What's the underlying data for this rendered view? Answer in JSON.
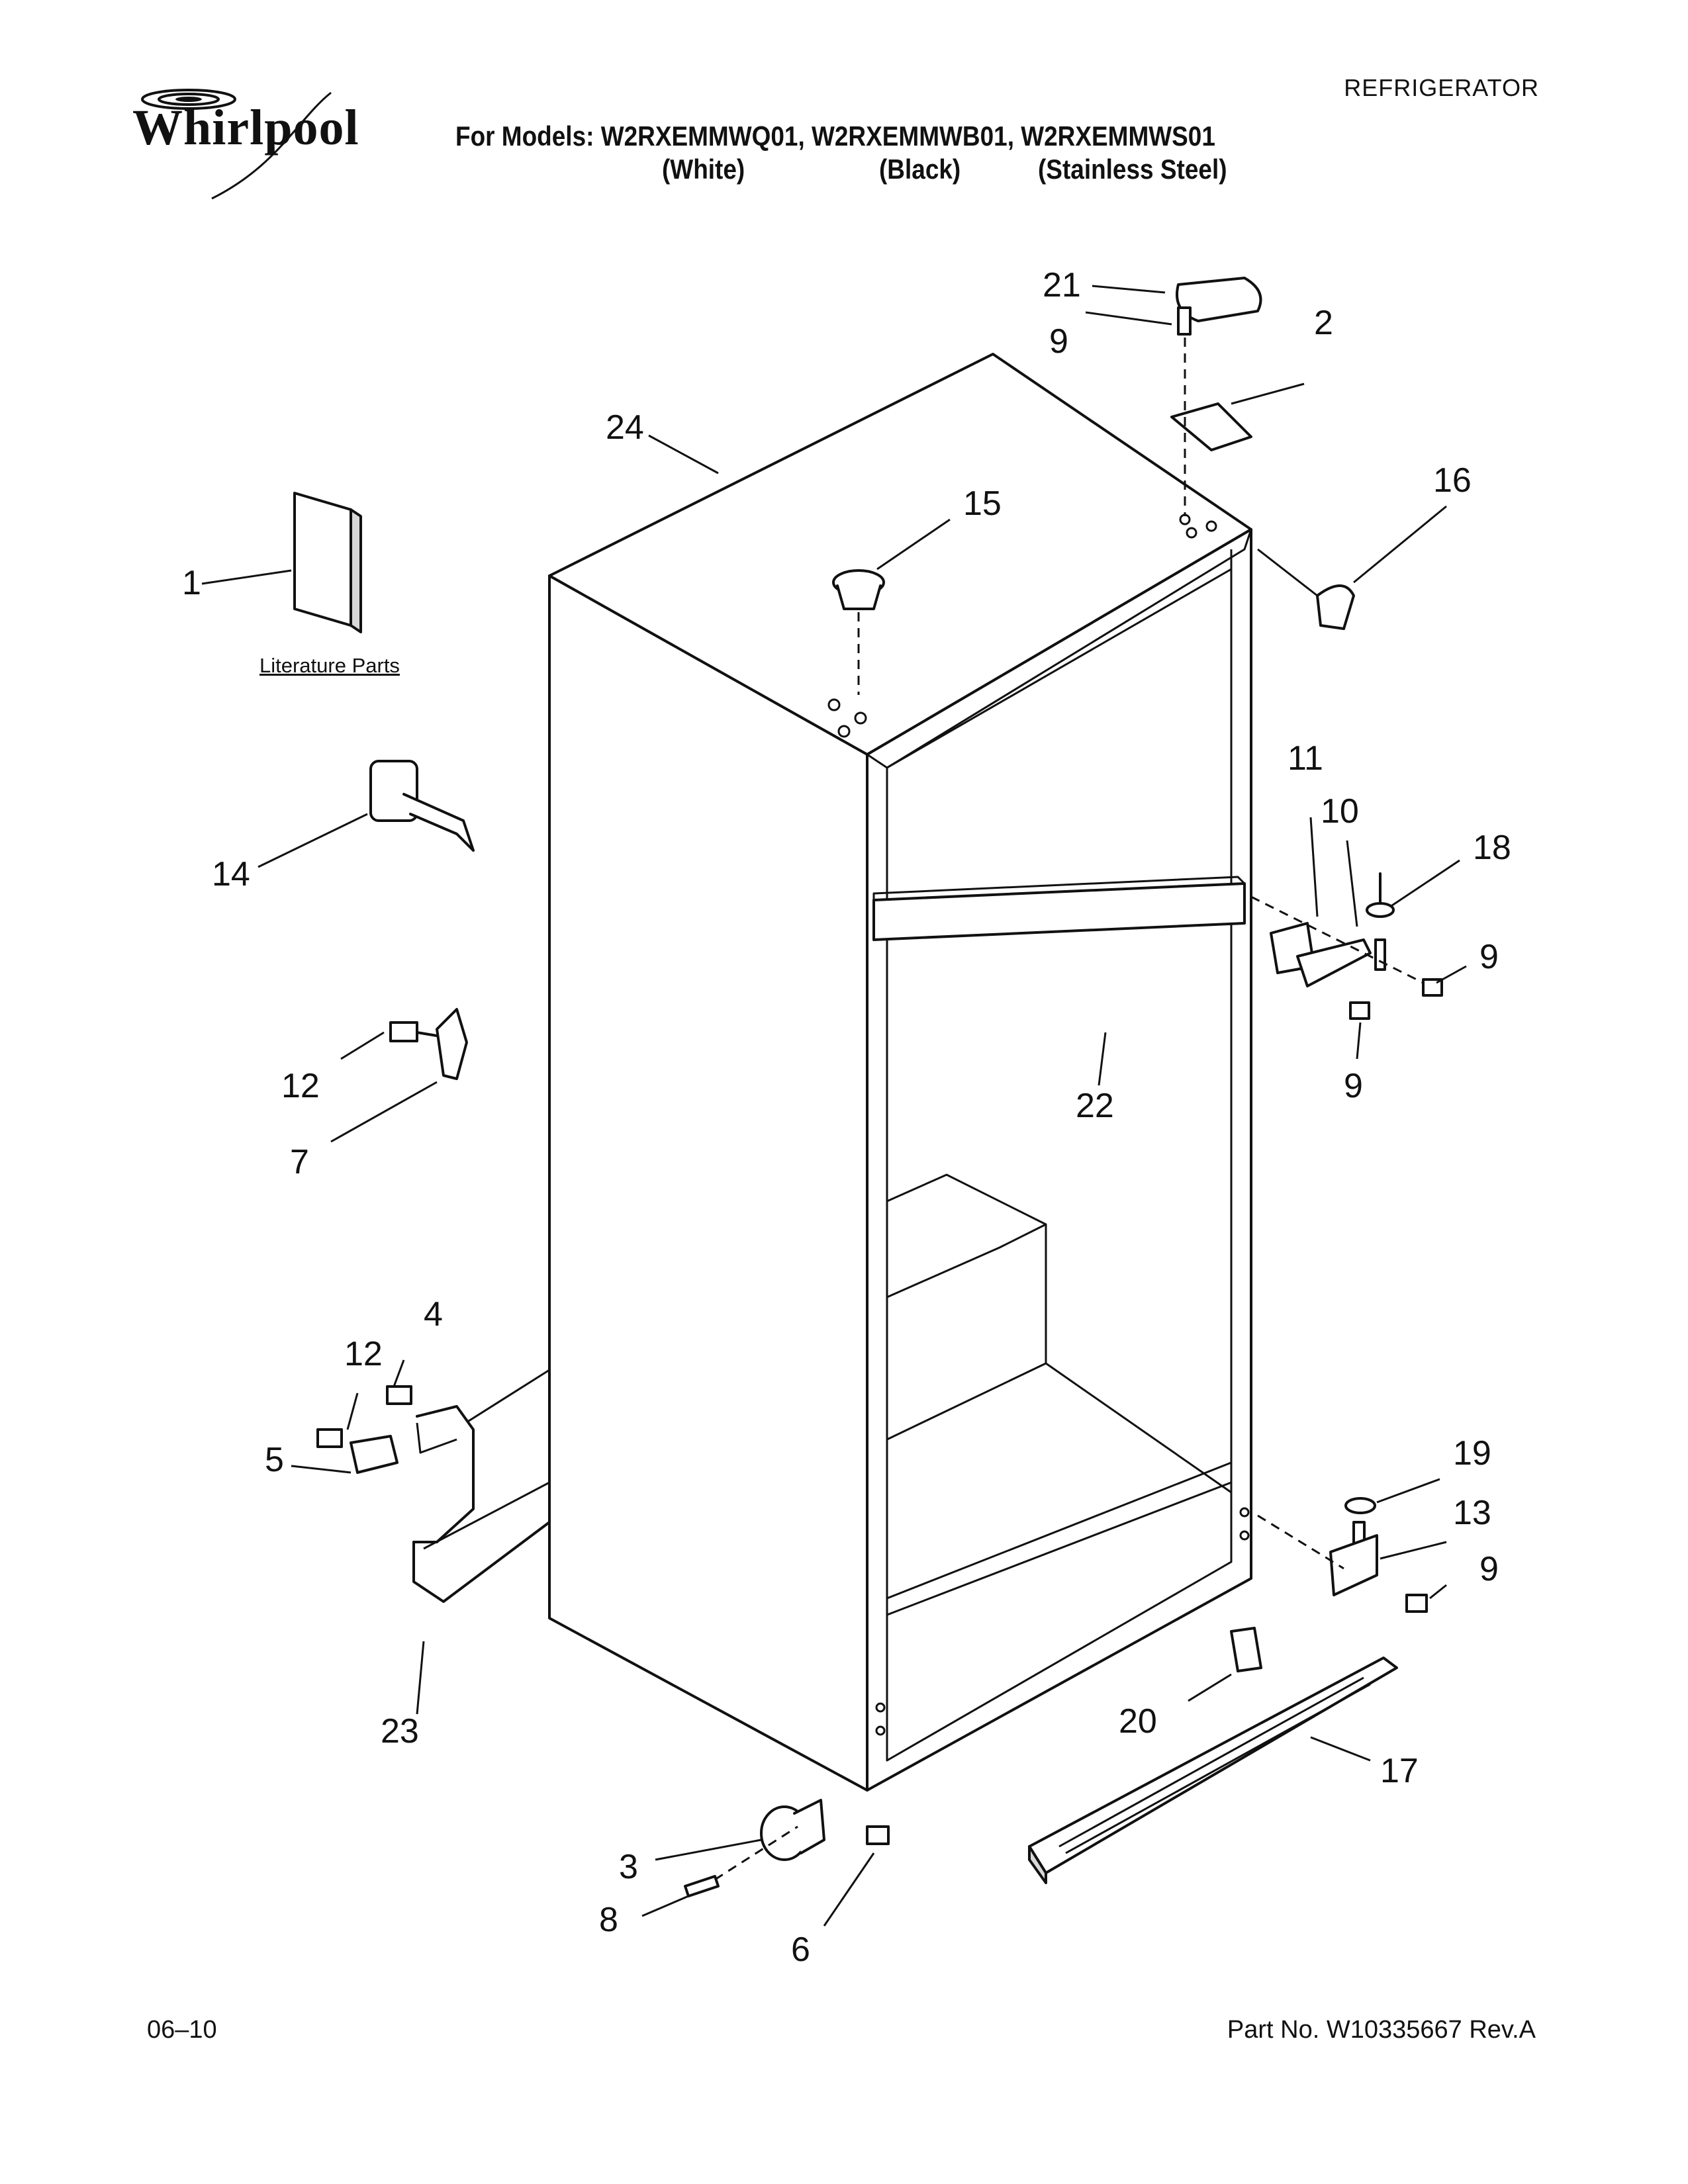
{
  "brand": "Whirlpool",
  "category": "REFRIGERATOR",
  "models_line": "For Models: W2RXEMMWQ01, W2RXEMMWB01, W2RXEMMWS01",
  "colors": [
    "(White)",
    "(Black)",
    "(Stainless Steel)"
  ],
  "literature_label": "Literature Parts",
  "footer": {
    "date": "06–10",
    "part_no": "Part No. W10335667 Rev.A"
  },
  "callouts": {
    "c1": "1",
    "c2": "2",
    "c3": "3",
    "c4": "4",
    "c5": "5",
    "c6": "6",
    "c7": "7",
    "c8": "8",
    "c9a": "9",
    "c9b": "9",
    "c9c": "9",
    "c9d": "9",
    "c10": "10",
    "c11": "11",
    "c12a": "12",
    "c12b": "12",
    "c13": "13",
    "c14": "14",
    "c15": "15",
    "c16": "16",
    "c17": "17",
    "c18": "18",
    "c19": "19",
    "c20": "20",
    "c21": "21",
    "c22": "22",
    "c23": "23",
    "c24": "24"
  },
  "icons": [
    "whirlpool-swirl-logo-icon"
  ]
}
